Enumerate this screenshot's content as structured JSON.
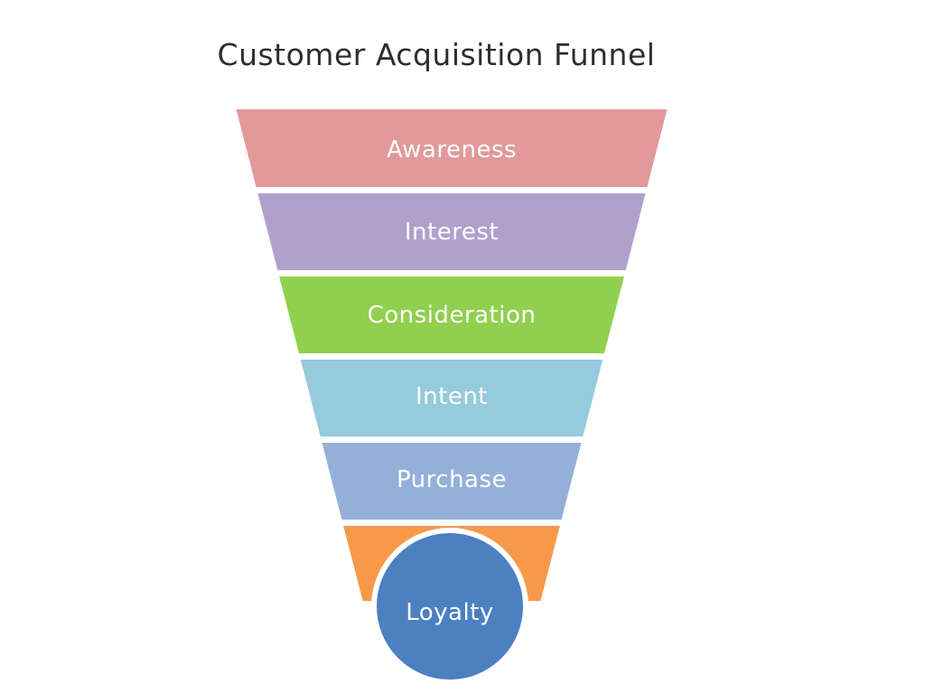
{
  "title": "Customer Acquisition Funnel",
  "colors": {
    "background": "#ffffff",
    "title_text": "#2e2e2e",
    "stage_label_text": "#ffffff",
    "loyalty_circle_fill": "#4b80c1",
    "loyalty_circle_ring": "#ffffff"
  },
  "chart_data": {
    "type": "funnel",
    "title": "Customer Acquisition Funnel",
    "orientation": "vertical",
    "direction": "wide-top-to-narrow-bottom",
    "stages": [
      {
        "label": "Awareness",
        "color": "#e2999a"
      },
      {
        "label": "Interest",
        "color": "#b0a1cc"
      },
      {
        "label": "Consideration",
        "color": "#90d04e"
      },
      {
        "label": "Intent",
        "color": "#95cbdd"
      },
      {
        "label": "Purchase",
        "color": "#94b0d8"
      },
      {
        "label": "Loyalty",
        "color": "#f8994a",
        "accent_circle_color": "#4b80c1"
      }
    ]
  }
}
